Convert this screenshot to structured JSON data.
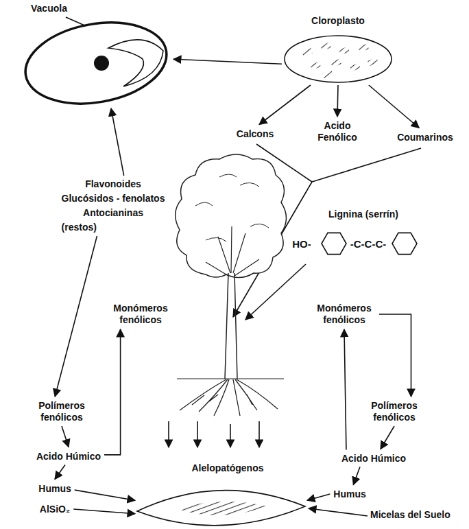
{
  "diagram": {
    "nodes": [
      {
        "text": [
          "Vacuola"
        ]
      },
      {
        "text": [
          "Cloroplasto"
        ]
      },
      {
        "text": [
          "Calcons"
        ]
      },
      {
        "text": [
          "Acido Fenólico"
        ]
      },
      {
        "text": [
          "Coumarinos"
        ]
      },
      {
        "text": [
          "Flavonoides",
          "Glucósidos - fenolatos",
          "Antocianinas",
          "(restos)"
        ]
      },
      {
        "text": [
          "Lignina (serrín)"
        ]
      },
      {
        "text": [
          "Monómeros fenólicos"
        ]
      },
      {
        "text": [
          "Monómeros fenólicos"
        ]
      },
      {
        "text": [
          "Polímeros fenólicos"
        ]
      },
      {
        "text": [
          "Acido Húmico"
        ]
      },
      {
        "text": [
          "Humus"
        ]
      },
      {
        "text": [
          "AlSiO₂"
        ]
      },
      {
        "text": [
          "Alelopatógenos"
        ]
      },
      {
        "text": [
          "Polímeros fenólicos"
        ]
      },
      {
        "text": [
          "Acido Húmico"
        ]
      },
      {
        "text": [
          "Humus"
        ]
      },
      {
        "text": [
          "Micelas del Suelo"
        ]
      }
    ],
    "edges": [
      {
        "from": 1,
        "to": 0,
        "arrow": "to"
      },
      {
        "from": 1,
        "to": 2,
        "arrow": "to"
      },
      {
        "from": 1,
        "to": 3,
        "arrow": "to"
      },
      {
        "from": 1,
        "to": 4,
        "arrow": "to"
      },
      {
        "from": 5,
        "to": 0,
        "arrow": "to"
      },
      {
        "from": 5,
        "to": 9,
        "arrow": "to"
      },
      {
        "from": 9,
        "to": 10,
        "arrow": "to"
      },
      {
        "from": 10,
        "to": 11,
        "arrow": "to"
      },
      {
        "from": 10,
        "to": 7,
        "arrow": "to"
      },
      {
        "from": 11,
        "to": 17,
        "arrow": "to"
      },
      {
        "from": 12,
        "to": 17,
        "arrow": "to"
      },
      {
        "from": 8,
        "to": 14,
        "arrow": "to"
      },
      {
        "from": 14,
        "to": 15,
        "arrow": "to"
      },
      {
        "from": 15,
        "to": 8,
        "arrow": "to"
      },
      {
        "from": 15,
        "to": 16,
        "arrow": "to"
      },
      {
        "from": 16,
        "to": 17,
        "arrow": "to"
      }
    ],
    "labels": [
      "HO-",
      "-C-C-C-"
    ]
  }
}
